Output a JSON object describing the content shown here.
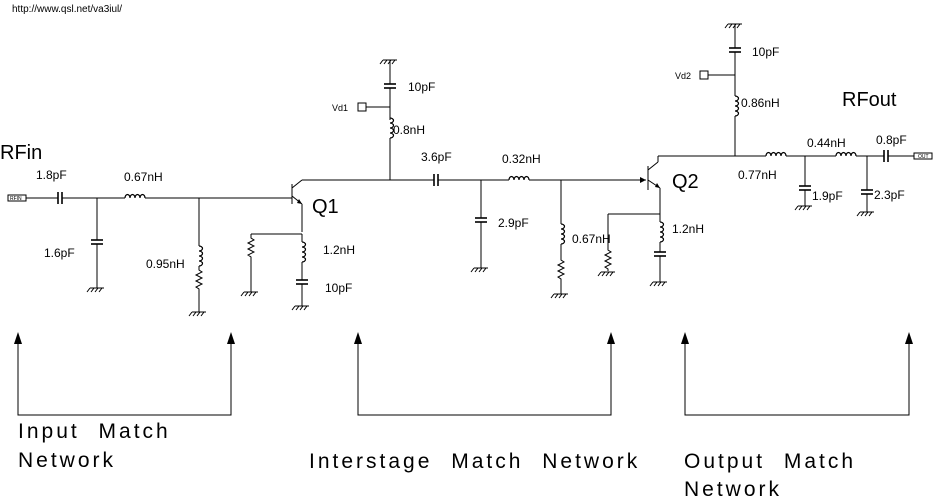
{
  "url": "http://www.qsl.net/va3iul/",
  "labels": {
    "rfin": "RFin",
    "rfout": "RFout",
    "q1": "Q1",
    "q2": "Q2",
    "vd1": "Vd1",
    "vd2": "Vd2",
    "port_in": "RFIN",
    "port_out": "OUT"
  },
  "components": {
    "c_in_series": "1.8pF",
    "c_in_shunt": "1.6pF",
    "l_in_series": "0.67nH",
    "l_in_shunt": "0.95nH",
    "c_vd1": "10pF",
    "l_vd1": "0.8nH",
    "l_q1_src": "1.2nH",
    "c_q1_src": "10pF",
    "c_inter_series": "3.6pF",
    "l_inter_series": "0.32nH",
    "c_inter_shunt": "2.9pF",
    "l_inter_shunt": "0.67nH",
    "c_vd2": "10pF",
    "l_vd2": "0.86nH",
    "l_q2_src": "1.2nH",
    "l_out1": "0.77nH",
    "l_out2": "0.44nH",
    "c_out_series": "0.8pF",
    "c_out_shunt1": "1.9pF",
    "c_out_shunt2": "2.3pF"
  },
  "networks": {
    "input": [
      "Input Match",
      "Network"
    ],
    "interstage": "Interstage Match Network",
    "output": [
      "Output Match",
      "Network"
    ]
  }
}
